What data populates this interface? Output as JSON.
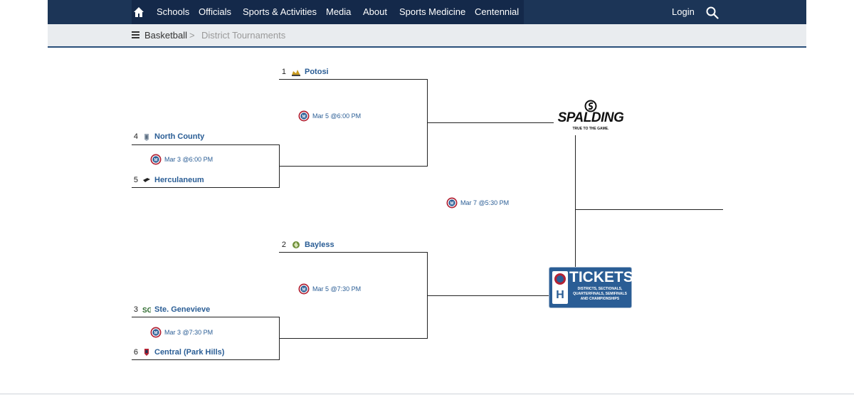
{
  "nav": {
    "items": [
      "Schools",
      "Officials",
      "Sports & Activities",
      "Media",
      "About",
      "Sports Medicine",
      "Centennial"
    ],
    "login": "Login",
    "icons": {
      "home": "home-icon",
      "search": "search-icon"
    }
  },
  "breadcrumb": {
    "items": [
      "Basketball",
      "District Tournaments"
    ],
    "separator": ">",
    "menu_icon": "hamburger-icon"
  },
  "bracket": {
    "teams": {
      "potosi": {
        "seed": "1",
        "name": "Potosi"
      },
      "north_county": {
        "seed": "4",
        "name": "North County"
      },
      "herculaneum": {
        "seed": "5",
        "name": "Herculaneum"
      },
      "bayless": {
        "seed": "2",
        "name": "Bayless"
      },
      "ste_genevieve": {
        "seed": "3",
        "name": "Ste. Genevieve"
      },
      "central": {
        "seed": "6",
        "name": "Central (Park Hills)"
      }
    },
    "games": {
      "g1": "Mar 3 @6:00 PM",
      "g2": "Mar 3 @7:30 PM",
      "g3": "Mar 5 @6:00 PM",
      "g4": "Mar 5 @7:30 PM",
      "g5": "Mar 7 @5:30 PM"
    }
  },
  "sponsor": {
    "name": "SPALDING",
    "tagline": "TRUE TO THE GAME."
  },
  "tickets": {
    "title": "TICKETS",
    "lines": [
      "DISTRICTS, SECTIONALS,",
      "QUARTERFINALS, SEMIFINALS",
      "AND CHAMPIONSHIPS"
    ]
  },
  "colors": {
    "nav_bg": "#1c3557",
    "link": "#2a5d95",
    "ticket_bg": "#2a5d95"
  }
}
